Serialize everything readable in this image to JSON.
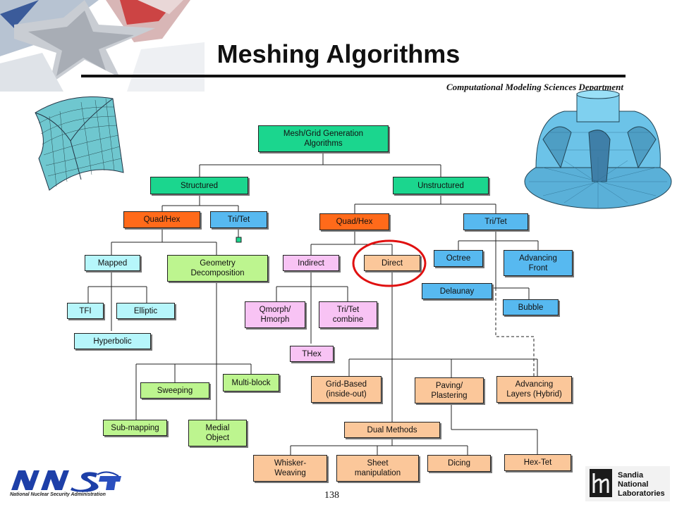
{
  "title": "Meshing Algorithms",
  "department": "Computational Modeling Sciences Department",
  "page_number": "138",
  "logos": {
    "left_text": "National Nuclear Security Administration",
    "right_lines": [
      "Sandia",
      "National",
      "Laboratories"
    ]
  },
  "nodes": {
    "root": "Mesh/Grid Generation\nAlgorithms",
    "structured": "Structured",
    "unstructured": "Unstructured",
    "s_quadhex": "Quad/Hex",
    "s_tritet": "Tri/Tet",
    "u_quadhex": "Quad/Hex",
    "u_tritet": "Tri/Tet",
    "mapped": "Mapped",
    "geometry_decomposition": "Geometry\nDecomposition",
    "indirect": "Indirect",
    "direct": "Direct",
    "octree": "Octree",
    "advancing_front": "Advancing\nFront",
    "delaunay": "Delaunay",
    "bubble": "Bubble",
    "tfi": "TFI",
    "elliptic": "Elliptic",
    "hyperbolic": "Hyperbolic",
    "qmorph": "Qmorph/\nHmorph",
    "tritet_combine": "Tri/Tet\ncombine",
    "thex": "THex",
    "multiblock": "Multi-block",
    "sweeping": "Sweeping",
    "submapping": "Sub-mapping",
    "medial_object": "Medial\nObject",
    "grid_based": "Grid-Based\n(inside-out)",
    "paving": "Paving/\nPlastering",
    "advancing_layers": "Advancing\nLayers (Hybrid)",
    "dual_methods": "Dual Methods",
    "whisker_weaving": "Whisker-\nWeaving",
    "sheet_manipulation": "Sheet\nmanipulation",
    "dicing": "Dicing",
    "hextet": "Hex-Tet"
  },
  "colors": {
    "green": "#1bd68e",
    "orange": "#ff6a1a",
    "blue": "#57b9f0",
    "light_cyan": "#b6f6fb",
    "light_green": "#bdf58f",
    "pink": "#f8c3f4",
    "peach": "#fbc79a",
    "highlight_circle": "#e01010"
  }
}
